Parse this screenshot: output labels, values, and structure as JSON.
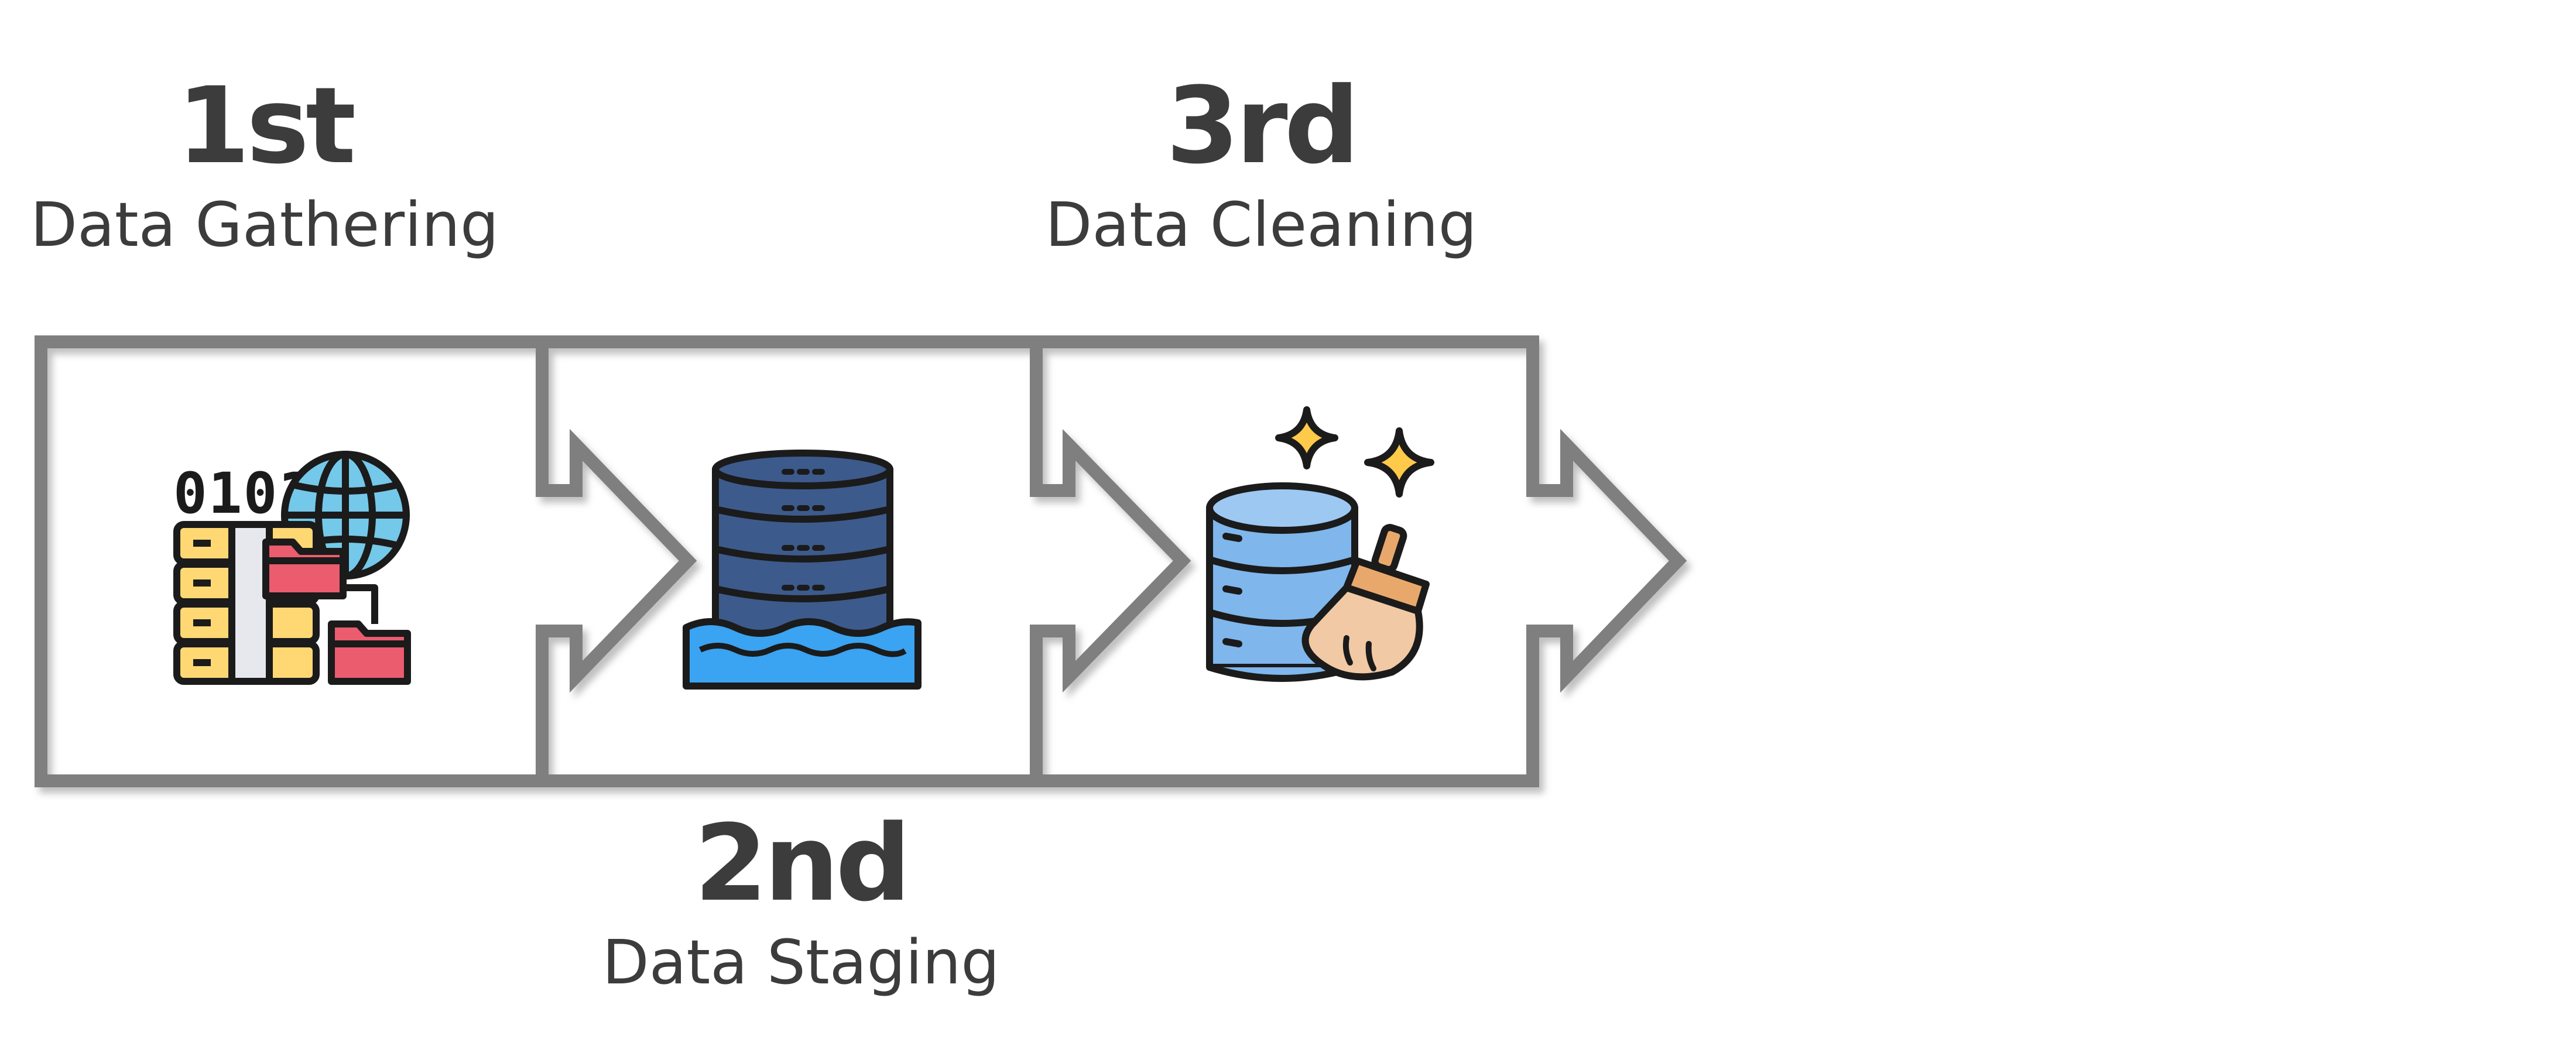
{
  "steps": [
    {
      "ordinal": "1st",
      "title": "Data Gathering",
      "icon": "data-gathering-icon"
    },
    {
      "ordinal": "2nd",
      "title": "Data Staging",
      "icon": "data-staging-icon"
    },
    {
      "ordinal": "3rd",
      "title": "Data Cleaning",
      "icon": "data-cleaning-icon"
    }
  ],
  "colors": {
    "frame": "#7f7f7f",
    "text": "#3c3c3c",
    "yellow": "#ffd873",
    "red": "#eb5c6e",
    "globe": "#74c8ea",
    "db_dark": "#3d5a8c",
    "water": "#3aa3f2",
    "db_light": "#7fb6ec",
    "brush": "#f1c9a5",
    "sparkle": "#ffc94a"
  }
}
